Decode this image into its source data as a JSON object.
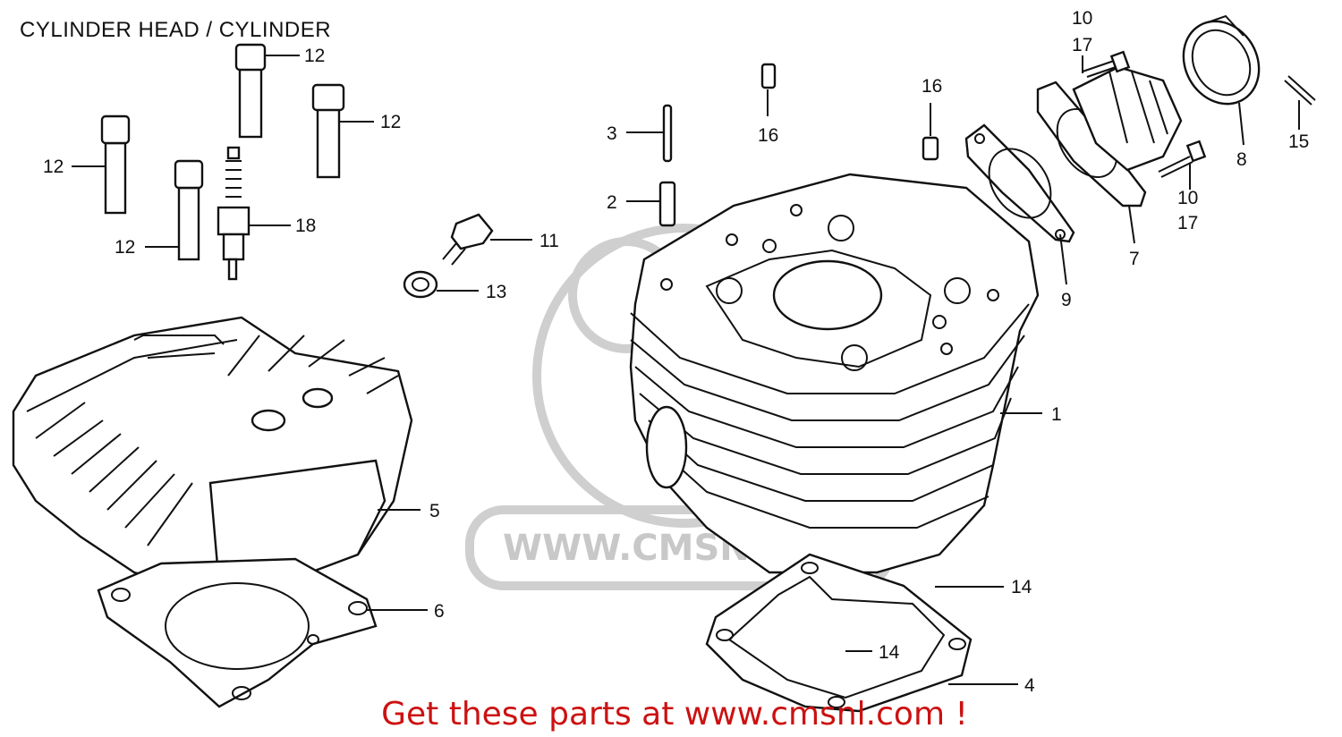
{
  "diagram": {
    "title": "CYLINDER HEAD / CYLINDER",
    "watermark": "WWW.CMSNL.C",
    "footer": "Get these parts at www.cmsnl.com !",
    "footer_color": "#cc1111",
    "callouts": [
      {
        "id": "c1",
        "label": "1"
      },
      {
        "id": "c2",
        "label": "2"
      },
      {
        "id": "c3",
        "label": "3"
      },
      {
        "id": "c4",
        "label": "4"
      },
      {
        "id": "c5",
        "label": "5"
      },
      {
        "id": "c6",
        "label": "6"
      },
      {
        "id": "c7",
        "label": "7"
      },
      {
        "id": "c8",
        "label": "8"
      },
      {
        "id": "c9",
        "label": "9"
      },
      {
        "id": "c10a",
        "label": "10"
      },
      {
        "id": "c17a",
        "label": "17"
      },
      {
        "id": "c10b",
        "label": "10"
      },
      {
        "id": "c17b",
        "label": "17"
      },
      {
        "id": "c11",
        "label": "11"
      },
      {
        "id": "c12a",
        "label": "12"
      },
      {
        "id": "c12b",
        "label": "12"
      },
      {
        "id": "c12c",
        "label": "12"
      },
      {
        "id": "c12d",
        "label": "12"
      },
      {
        "id": "c13",
        "label": "13"
      },
      {
        "id": "c14a",
        "label": "14"
      },
      {
        "id": "c14b",
        "label": "14"
      },
      {
        "id": "c15",
        "label": "15"
      },
      {
        "id": "c16a",
        "label": "16"
      },
      {
        "id": "c16b",
        "label": "16"
      },
      {
        "id": "c18",
        "label": "18"
      }
    ]
  }
}
